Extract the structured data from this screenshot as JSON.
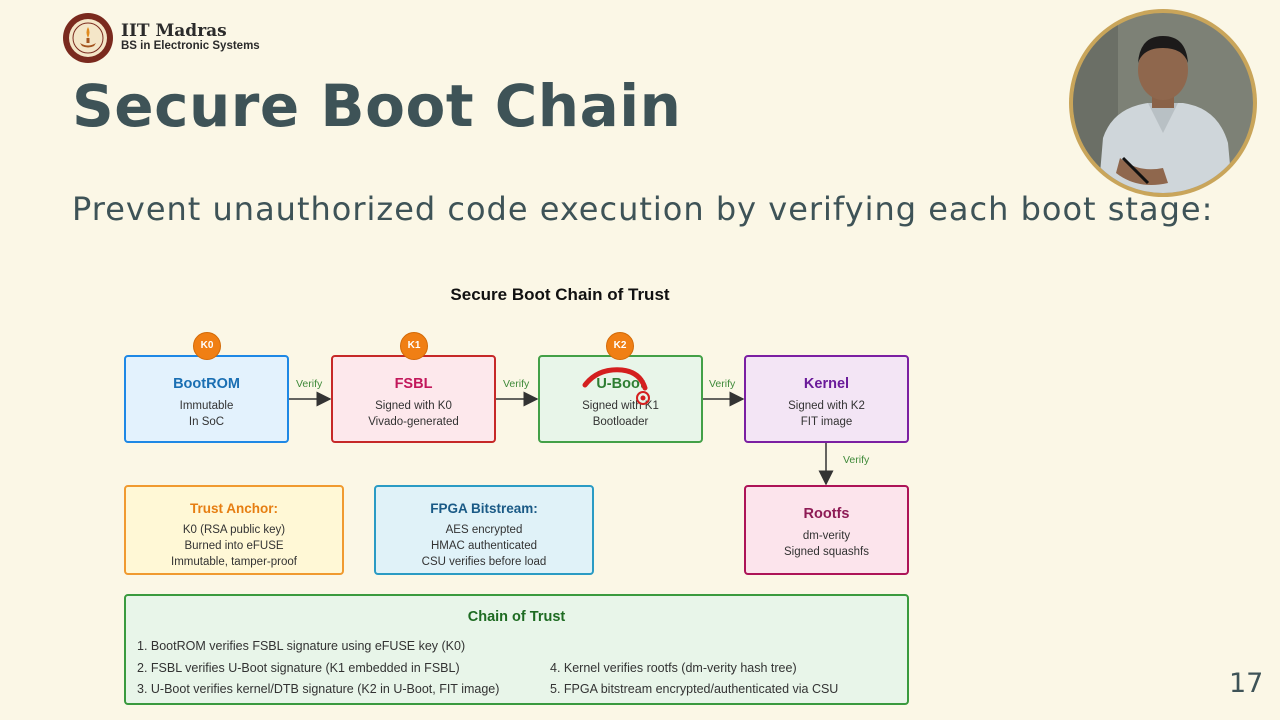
{
  "header": {
    "org_name": "IIT Madras",
    "org_sub": "BS in Electronic Systems"
  },
  "slide": {
    "title": "Secure Boot Chain",
    "subtitle": "Prevent unauthorized code execution by verifying each boot stage:",
    "page_number": "17"
  },
  "diagram": {
    "title": "Secure Boot Chain of Trust",
    "stages": [
      {
        "name": "BootROM",
        "line1": "Immutable",
        "line2": "In SoC",
        "color": "#1a6fb3",
        "fill": "#e3f2fd",
        "border": "#1e88e5"
      },
      {
        "name": "FSBL",
        "line1": "Signed with K0",
        "line2": "Vivado-generated",
        "color": "#c2185b",
        "fill": "#fde8ec",
        "border": "#c62828"
      },
      {
        "name": "U-Boot",
        "line1": "Signed with K1",
        "line2": "Bootloader",
        "color": "#2e7d32",
        "fill": "#e8f5e9",
        "border": "#43a047"
      },
      {
        "name": "Kernel",
        "line1": "Signed with K2",
        "line2": "FIT image",
        "color": "#6a1b9a",
        "fill": "#f3e5f5",
        "border": "#7b1fa2"
      }
    ],
    "keys": [
      "K0",
      "K1",
      "K2"
    ],
    "verify_label": "Verify",
    "rootfs": {
      "name": "Rootfs",
      "line1": "dm-verity",
      "line2": "Signed squashfs",
      "color": "#8e1b55",
      "fill": "#fce4ec",
      "border": "#ad1457"
    },
    "trust_anchor": {
      "head": "Trust Anchor:",
      "line1": "K0 (RSA public key)",
      "line2": "Burned into eFUSE",
      "line3": "Immutable, tamper-proof",
      "color": "#e67e12",
      "fill": "#fff8d6",
      "border": "#f09a30"
    },
    "fpga": {
      "head": "FPGA Bitstream:",
      "line1": "AES encrypted",
      "line2": "HMAC authenticated",
      "line3": "CSU verifies before load",
      "color": "#1a5a86",
      "fill": "#e0f2f8",
      "border": "#2a9bc4"
    },
    "chain_of_trust": {
      "head": "Chain of Trust",
      "items": [
        "1. BootROM verifies FSBL signature using eFUSE key (K0)",
        "2. FSBL verifies U-Boot signature (K1 embedded in FSBL)",
        "3. U-Boot verifies kernel/DTB signature (K2 in U-Boot, FIT image)",
        "4. Kernel verifies rootfs (dm-verity hash tree)",
        "5. FPGA bitstream encrypted/authenticated via CSU"
      ]
    }
  },
  "colors": {
    "background": "#fbf7e6",
    "title": "#3e5357",
    "key_badge": "#f07f14",
    "verify": "#3f8a3a",
    "annotation": "#d41f1f"
  },
  "icons": {
    "logo": "iitm-logo",
    "video": "presenter-video"
  }
}
